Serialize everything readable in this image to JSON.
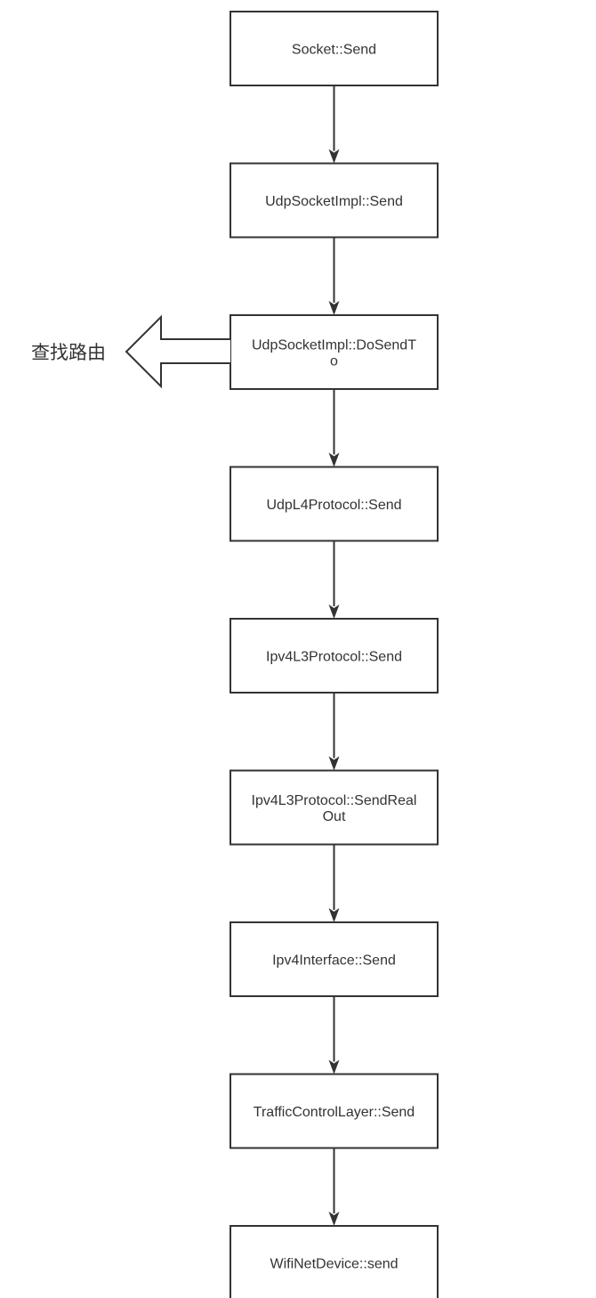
{
  "diagram": {
    "nodes": [
      {
        "id": "socket-send",
        "lines": [
          "Socket::Send"
        ]
      },
      {
        "id": "udp-socket-impl-send",
        "lines": [
          "UdpSocketImpl::Send"
        ]
      },
      {
        "id": "udp-socket-impl-dosendto",
        "lines": [
          "UdpSocketImpl::DoSendT",
          "o"
        ]
      },
      {
        "id": "udp-l4-protocol-send",
        "lines": [
          "UdpL4Protocol::Send"
        ]
      },
      {
        "id": "ipv4-l3-protocol-send",
        "lines": [
          "Ipv4L3Protocol::Send"
        ]
      },
      {
        "id": "ipv4-l3-protocol-sendrealout",
        "lines": [
          "Ipv4L3Protocol::SendReal",
          "Out"
        ]
      },
      {
        "id": "ipv4-interface-send",
        "lines": [
          "Ipv4Interface::Send"
        ]
      },
      {
        "id": "traffic-control-layer-send",
        "lines": [
          "TrafficControlLayer::Send"
        ]
      },
      {
        "id": "wifi-net-device-send",
        "lines": [
          "WifiNetDevice::send"
        ]
      }
    ],
    "side_arrow": {
      "from": "udp-socket-impl-dosendto",
      "direction": "left",
      "label": "查找路由"
    },
    "colors": {
      "stroke": "#333333",
      "text": "#333333",
      "background": "#ffffff"
    }
  }
}
